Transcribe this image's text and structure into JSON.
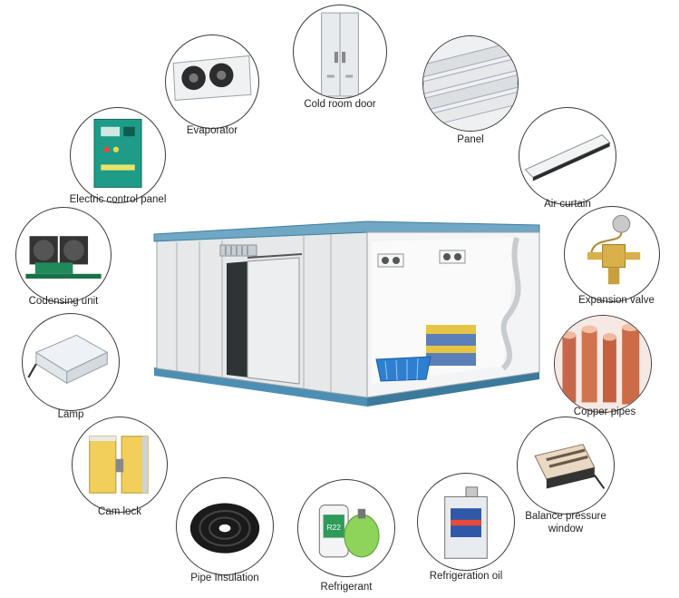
{
  "components": {
    "cold_room_door": {
      "label": "Cold room door",
      "icon": "cold-room-door"
    },
    "evaporator": {
      "label": "Evaporator",
      "icon": "evaporator"
    },
    "panel": {
      "label": "Panel",
      "icon": "panel"
    },
    "electric_control_panel": {
      "label": "Electric control panel",
      "icon": "control-box"
    },
    "air_curtain": {
      "label": "Air curtain",
      "icon": "air-curtain"
    },
    "condensing_unit": {
      "label": "Codensing unit",
      "icon": "condensing-unit"
    },
    "expansion_valve": {
      "label": "Expansion valve",
      "icon": "expansion-valve"
    },
    "lamp": {
      "label": "Lamp",
      "icon": "lamp"
    },
    "copper_pipes": {
      "label": "Copper pipes",
      "icon": "copper-pipes"
    },
    "cam_lock": {
      "label": "Cam lock",
      "icon": "cam-lock"
    },
    "balance_pressure_window": {
      "label_line1": "Balance pressure",
      "label_line2": "window",
      "icon": "pressure-window"
    },
    "pipe_insulation": {
      "label": "Pipe Insulation",
      "icon": "pipe-insulation"
    },
    "refrigerant": {
      "label": "Refrigerant",
      "icon": "gas-cylinder",
      "cylinder_text": "R22"
    },
    "refrigeration_oil": {
      "label": "Refrigeration oil",
      "icon": "oil-can"
    }
  },
  "colors": {
    "outline": "#3a3a3a",
    "room_wall": "#e4e6e8",
    "room_trim": "#4d8fb3",
    "copper": "#c8664a",
    "green": "#2f9a5a"
  }
}
